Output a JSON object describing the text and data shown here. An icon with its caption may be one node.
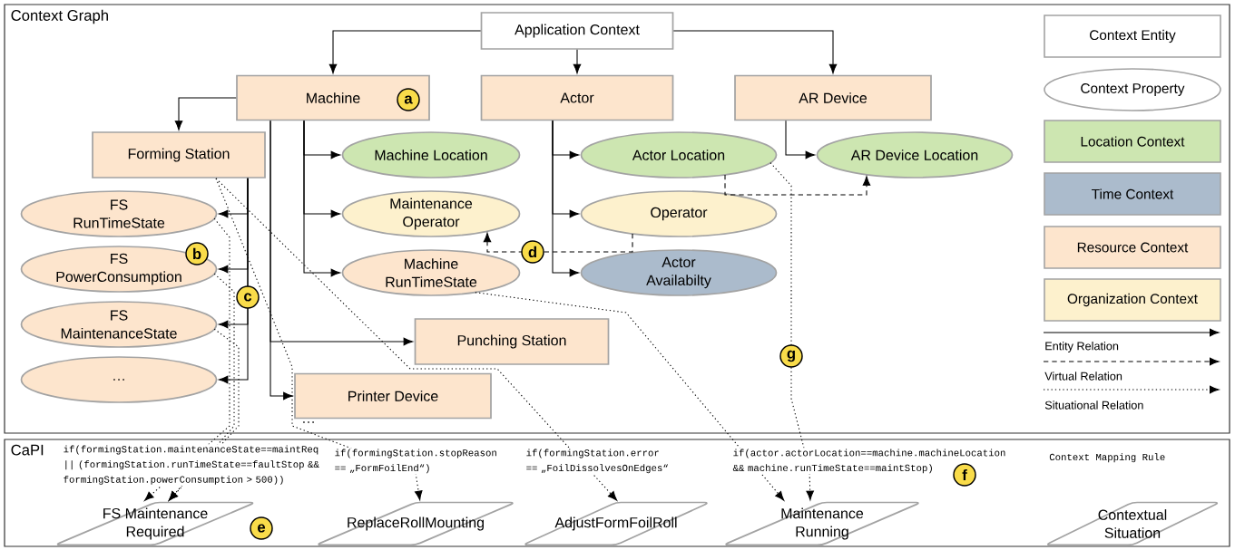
{
  "diagram": {
    "nodes": [
      {
        "text": [
          "Context Graph"
        ]
      },
      {
        "text": [
          "Application Context"
        ],
        "in": 0
      },
      {
        "text": [
          "Machine"
        ],
        "in": 0
      },
      {
        "text": [
          "Actor"
        ],
        "in": 0
      },
      {
        "text": [
          "AR Device"
        ],
        "in": 0
      },
      {
        "text": [
          "Forming Station"
        ],
        "in": 0
      },
      {
        "text": [
          "Machine Location"
        ],
        "in": 0
      },
      {
        "text": [
          "Actor Location"
        ],
        "in": 0
      },
      {
        "text": [
          "AR Device Location"
        ],
        "in": 0
      },
      {
        "text": [
          "FS RunTimeState"
        ],
        "in": 0
      },
      {
        "text": [
          "Maintenance Operator"
        ],
        "in": 0
      },
      {
        "text": [
          "Operator"
        ],
        "in": 0
      },
      {
        "text": [
          "FS PowerConsumption"
        ],
        "in": 0
      },
      {
        "text": [
          "Machine RunTimeState"
        ],
        "in": 0
      },
      {
        "text": [
          "Actor Availabilty"
        ],
        "in": 0
      },
      {
        "text": [
          "FS MaintenanceState"
        ],
        "in": 0
      },
      {
        "text": [
          "Punching Station"
        ],
        "in": 0
      },
      {
        "text": [
          "…"
        ],
        "in": 0
      },
      {
        "text": [
          "Printer Device"
        ],
        "in": 0
      },
      {
        "text": [
          "CaPI"
        ]
      },
      {
        "text": [
          "FS Maintenance Required"
        ],
        "in": 19,
        "beside": [
          "e"
        ]
      },
      {
        "text": [
          "ReplaceRollMounting"
        ],
        "in": 19
      },
      {
        "text": [
          "AdjustFormFoilRoll"
        ],
        "in": 19
      },
      {
        "text": [
          "Maintenance Running"
        ],
        "in": 19
      },
      {
        "text": [
          "Contextual Situation"
        ],
        "in": 19
      }
    ],
    "edges": [
      {
        "from": 1,
        "to": 2,
        "arrow": "to"
      },
      {
        "from": 1,
        "to": 3,
        "arrow": "to"
      },
      {
        "from": 1,
        "to": 4,
        "arrow": "to"
      },
      {
        "from": 2,
        "to": 5,
        "arrow": "to"
      },
      {
        "from": 2,
        "to": 6,
        "arrow": "to"
      },
      {
        "from": 2,
        "to": 10,
        "arrow": "to"
      },
      {
        "from": 2,
        "to": 13,
        "arrow": "to"
      },
      {
        "from": 2,
        "to": 16,
        "arrow": "to"
      },
      {
        "from": 2,
        "to": 18,
        "arrow": "to"
      },
      {
        "from": 5,
        "to": 9,
        "arrow": "to"
      },
      {
        "from": 5,
        "to": 12,
        "arrow": "to"
      },
      {
        "from": 5,
        "to": 15,
        "arrow": "to"
      },
      {
        "from": 5,
        "to": 17,
        "arrow": "to"
      },
      {
        "from": 3,
        "to": 7,
        "arrow": "to"
      },
      {
        "from": 3,
        "to": 11,
        "arrow": "to"
      },
      {
        "from": 3,
        "to": 14,
        "arrow": "to"
      },
      {
        "from": 4,
        "to": 8,
        "arrow": "to"
      },
      {
        "from": 7,
        "to": 8,
        "arrow": "to",
        "style": "dashed"
      },
      {
        "from": 11,
        "to": 10,
        "arrow": "to",
        "style": "dashed"
      },
      {
        "from": 9,
        "to": 20,
        "arrow": "to",
        "style": "dashed"
      },
      {
        "from": 12,
        "to": 20,
        "arrow": "to",
        "style": "dashed"
      },
      {
        "from": 15,
        "to": 20,
        "arrow": "to",
        "style": "dashed",
        "label": "if(formingStation.maintenanceState==maintReq || (formingStation.runTimeState==faultStop && formingStation.powerConsumption > 500))"
      },
      {
        "from": 5,
        "to": 21,
        "arrow": "to",
        "style": "dashed",
        "label": "if(formingStation.stopReason == „FormFoilEnd“)"
      },
      {
        "from": 5,
        "to": 22,
        "arrow": "to",
        "style": "dashed",
        "label": "if(formingStation.error == „FoilDissolvesOnEdges“"
      },
      {
        "from": 13,
        "to": 23,
        "arrow": "to",
        "style": "dashed"
      },
      {
        "from": 7,
        "to": 23,
        "arrow": "to",
        "style": "dashed",
        "label": "if(actor.actorLocation==machine.machineLocation && machine.runTimeState==maintStop)"
      }
    ],
    "labels": [
      "a",
      "b",
      "c",
      "d",
      "g",
      "…",
      "Context Mapping Rule",
      "f"
    ],
    "legend": [
      {
        "text": "Context Entity"
      },
      {
        "text": "Context Property"
      },
      {
        "text": "Location Context",
        "color": "#cde6b1"
      },
      {
        "text": "Time Context",
        "color": "#abbbcc"
      },
      {
        "text": "Resource Context",
        "color": "#fde5cd"
      },
      {
        "text": "Organization Context",
        "color": "#fdf1cd"
      },
      {
        "text": "Entity Relation"
      },
      {
        "text": "Virtual Relation"
      },
      {
        "text": "Situational Relation"
      }
    ]
  }
}
